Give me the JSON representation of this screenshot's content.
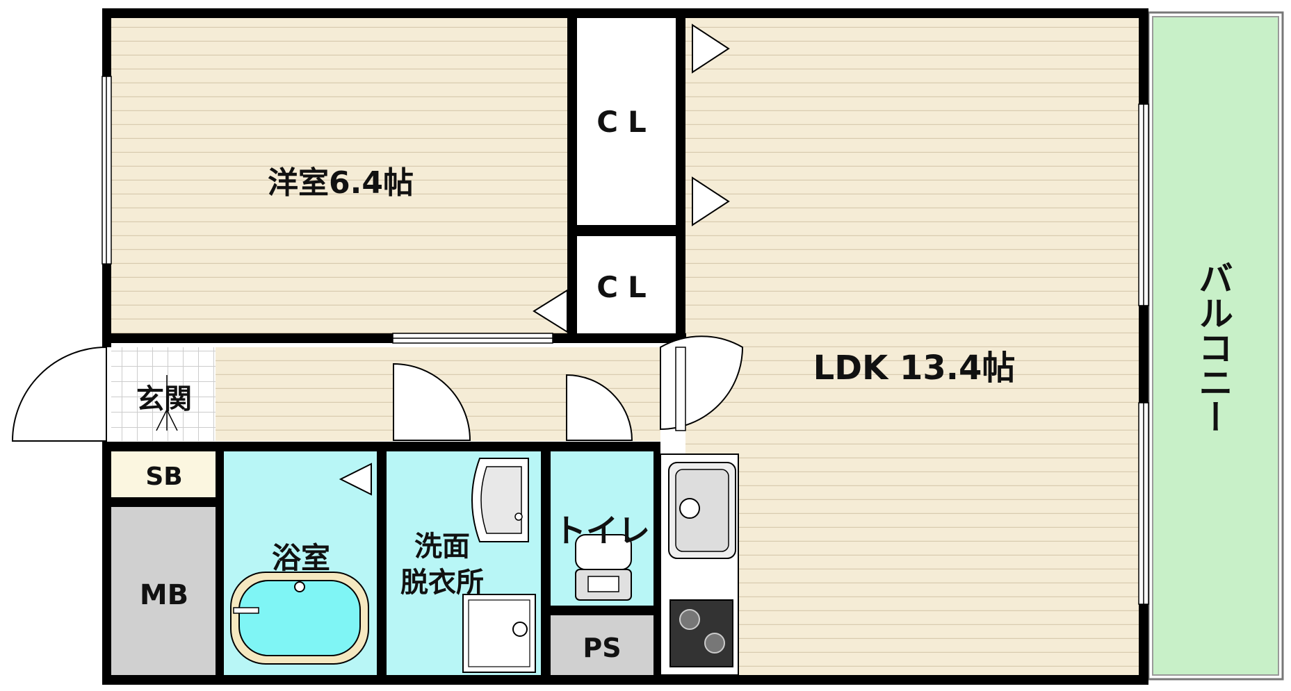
{
  "rooms": {
    "western_room": "洋室6.4帖",
    "closet_upper": "CL",
    "closet_lower": "CL",
    "ldk": "LDK 13.4帖",
    "balcony": "バルコニー",
    "entrance": "玄関",
    "shoe_box": "SB",
    "meter_box": "MB",
    "bathroom": "浴室",
    "washroom_line1": "洗面",
    "washroom_line2": "脱衣所",
    "toilet": "トイレ",
    "pipe_space": "PS"
  },
  "colors": {
    "wall": "#000000",
    "floor_wood": "#f5ecd6",
    "floor_line": "#d8cbb0",
    "wet_area": "#b8f6f6",
    "bathtub": "#7ff5f5",
    "balcony": "#c8f0c8",
    "meter_box": "#d0d0d0",
    "entrance_floor": "#ffffff"
  }
}
